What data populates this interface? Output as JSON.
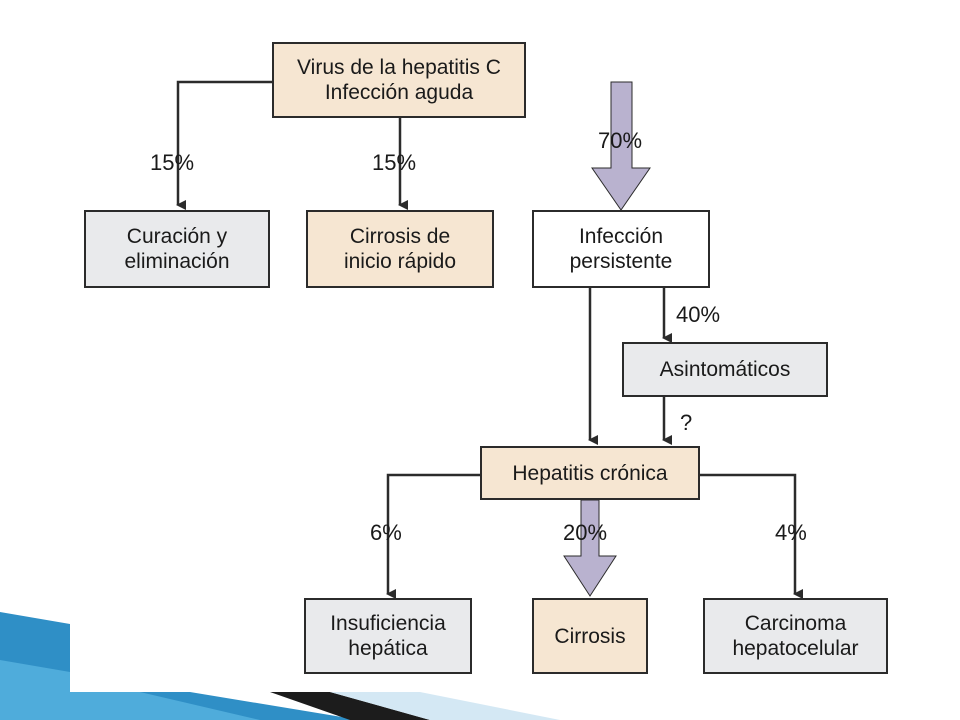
{
  "colors": {
    "box_peach": "#f6e6d2",
    "box_gray": "#e9eaec",
    "big_arrow": "#b9b2cf",
    "stroke": "#2b2b2b",
    "deco_blue": "#2f8fc6"
  },
  "nodes": {
    "root": {
      "line1": "Virus de la hepatitis C",
      "line2": "Infección aguda"
    },
    "cure": {
      "line1": "Curación y",
      "line2": "eliminación"
    },
    "rapid": {
      "line1": "Cirrosis de",
      "line2": "inicio rápido"
    },
    "persistent": {
      "line1": "Infección",
      "line2": "persistente"
    },
    "asymptomatic": {
      "line1": "Asintomáticos"
    },
    "chronic": {
      "line1": "Hepatitis crónica"
    },
    "failure": {
      "line1": "Insuficiencia",
      "line2": "hepática"
    },
    "cirrhosis": {
      "line1": "Cirrosis"
    },
    "carcinoma": {
      "line1": "Carcinoma",
      "line2": "hepatocelular"
    }
  },
  "edges": {
    "to_cure": "15%",
    "to_rapid": "15%",
    "to_persistent": "70%",
    "to_asymptomatic": "40%",
    "asym_to_chronic": "?",
    "to_failure": "6%",
    "to_cirrhosis": "20%",
    "to_carcinoma": "4%"
  }
}
